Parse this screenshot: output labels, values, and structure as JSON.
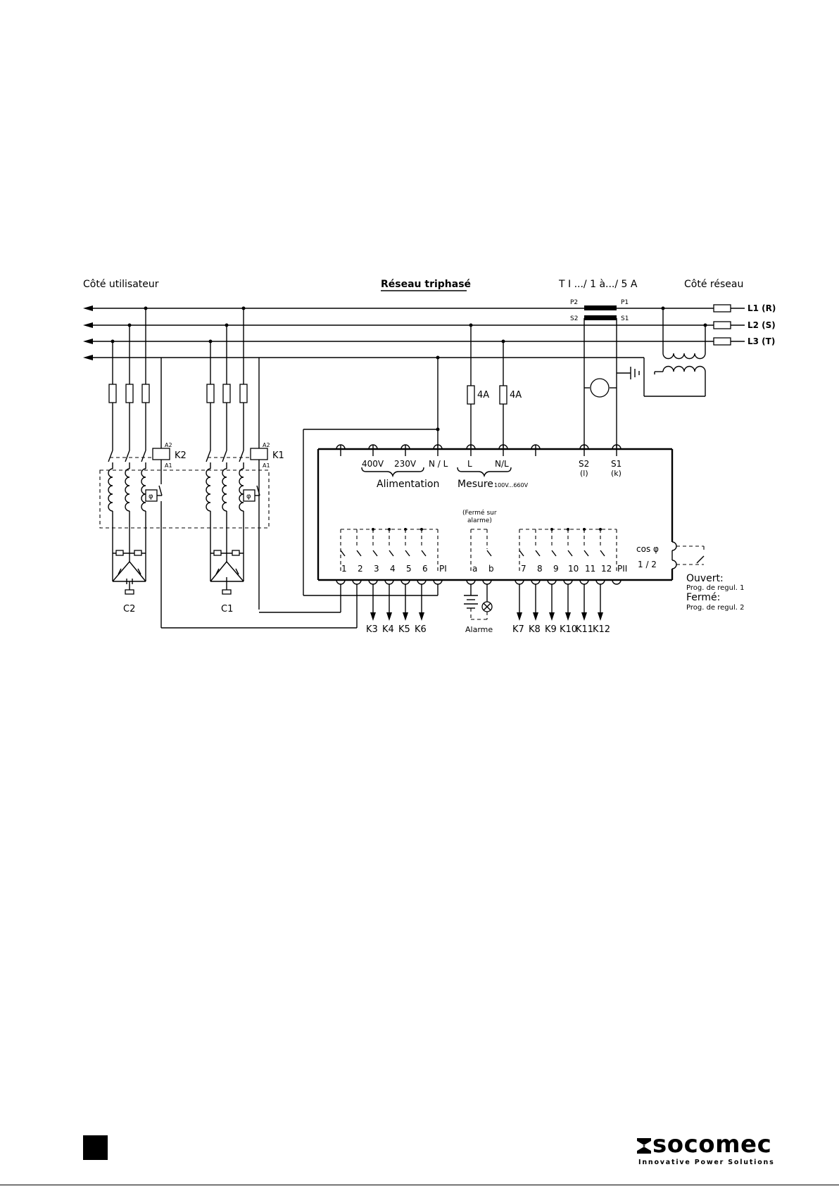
{
  "header": {
    "user_side": "Côté utilisateur",
    "title": "Réseau triphasé",
    "ct_ratio": "T I .../ 1 à.../ 5 A",
    "network_side": "Côté réseau"
  },
  "ct": {
    "p2": "P2",
    "p1": "P1",
    "s2": "S2",
    "s1": "S1"
  },
  "lines": {
    "l1": "L1 (R)",
    "l2": "L2 (S)",
    "l3": "L3 (T)"
  },
  "fuses": {
    "f1": "4A",
    "f2": "4A"
  },
  "contactors": {
    "k2": "K2",
    "k1": "K1",
    "k2_a2": "A2",
    "k2_a1": "A1",
    "k1_a2": "A2",
    "k1_a1": "A1",
    "k2_phi": "φ",
    "k1_phi": "φ",
    "c2": "C2",
    "c1": "C1"
  },
  "controller": {
    "t_400v": "400V",
    "t_230v": "230V",
    "t_nl1": "N / L",
    "t_l": "L",
    "t_nl2": "N/L",
    "t_s2": "S2",
    "t_s2_sub": "(l)",
    "t_s1": "S1",
    "t_s1_sub": "(k)",
    "alimentation": "Alimentation",
    "mesure": "Mesure",
    "mesure_range": "100V...660V",
    "alarm_note_1": "(Fermé sur",
    "alarm_note_2": "alarme)",
    "terminals_left": [
      "1",
      "2",
      "3",
      "4",
      "5",
      "6",
      "PI"
    ],
    "terminals_alarm": [
      "a",
      "b"
    ],
    "terminals_right": [
      "7",
      "8",
      "9",
      "10",
      "11",
      "12",
      "PII"
    ],
    "cos_phi": "cos φ",
    "half": "1 / 2"
  },
  "outputs": {
    "left": [
      "K3",
      "K4",
      "K5",
      "K6"
    ],
    "alarm": "Alarme",
    "right": [
      "K7",
      "K8",
      "K9",
      "K10",
      "K11",
      "K12"
    ]
  },
  "prog": {
    "open": "Ouvert:",
    "open_desc": "Prog. de regul. 1",
    "closed": "Fermé:",
    "closed_desc": "Prog. de regul. 2"
  },
  "footer": {
    "brand": "socomec",
    "tagline": "Innovative Power Solutions"
  }
}
